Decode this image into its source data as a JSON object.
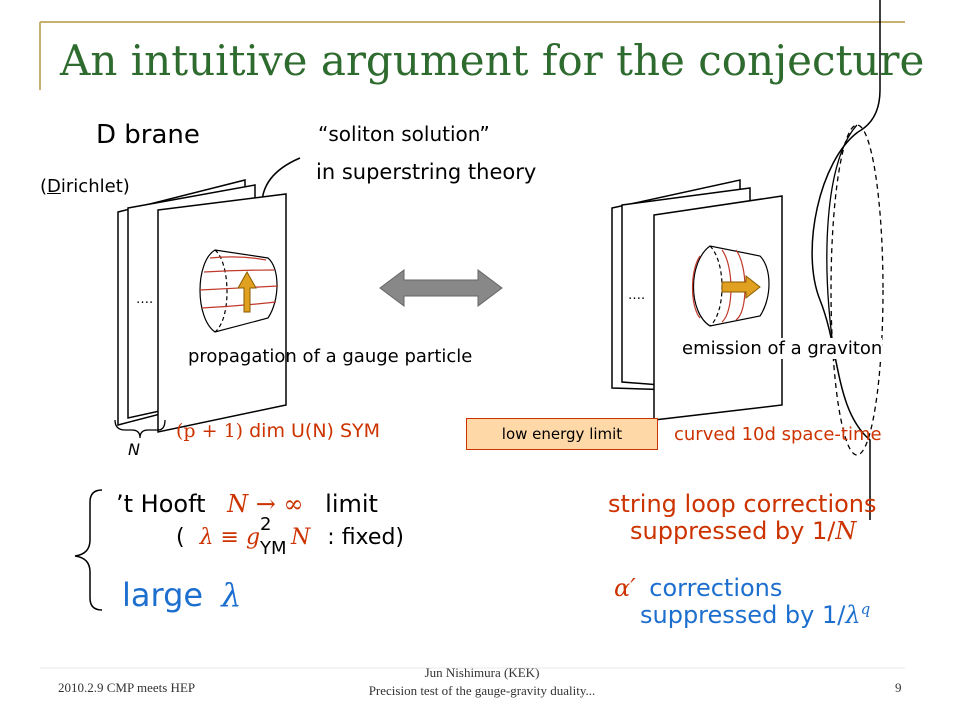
{
  "slide": {
    "title": "An intuitive argument for the conjecture",
    "dbrane": "D brane",
    "soliton": "“soliton solution”",
    "superstring": "in superstring theory",
    "dirichlet_open": "(",
    "dirichlet_d": "D",
    "dirichlet_rest": "irichlet)",
    "dots_left": "….",
    "dots_right": "….",
    "propagation": "propagation of a gauge particle",
    "emission": "emission of a graviton",
    "n_label": "N",
    "sym_p": "(p + 1)",
    "sym_rest": "dim U(N) SYM",
    "low_energy": "low energy limit",
    "curved": "curved 10d space-time",
    "hooft_prefix": "’t Hooft",
    "hooft_math": "N → ∞",
    "hooft_suffix": "limit",
    "lambda_open": "(",
    "lambda_math": "λ ≡ g",
    "lambda_sup": "2",
    "lambda_sub": "YM",
    "lambda_n": "N",
    "lambda_fixed": ": fixed)",
    "large": "large",
    "large_lambda": "λ",
    "loop_1": "string loop corrections",
    "loop_2_prefix": "suppressed by 1/",
    "loop_2_n": "N",
    "alpha_prime": "α′",
    "alpha_corr": "corrections",
    "alpha_2_prefix": "suppressed by 1/",
    "alpha_2_lambda": "λ",
    "alpha_2_q": "q"
  },
  "footer": {
    "date": "2010.2.9 CMP meets HEP",
    "author": "Jun Nishimura (KEK)",
    "talk": "Precision test of the gauge-gravity duality...",
    "page": "9"
  },
  "colors": {
    "title": "#2e6b2e",
    "accent": "#cc3300",
    "math": "#1d6fcf",
    "box": "#ffd8a8",
    "frame": "#c8b070"
  }
}
